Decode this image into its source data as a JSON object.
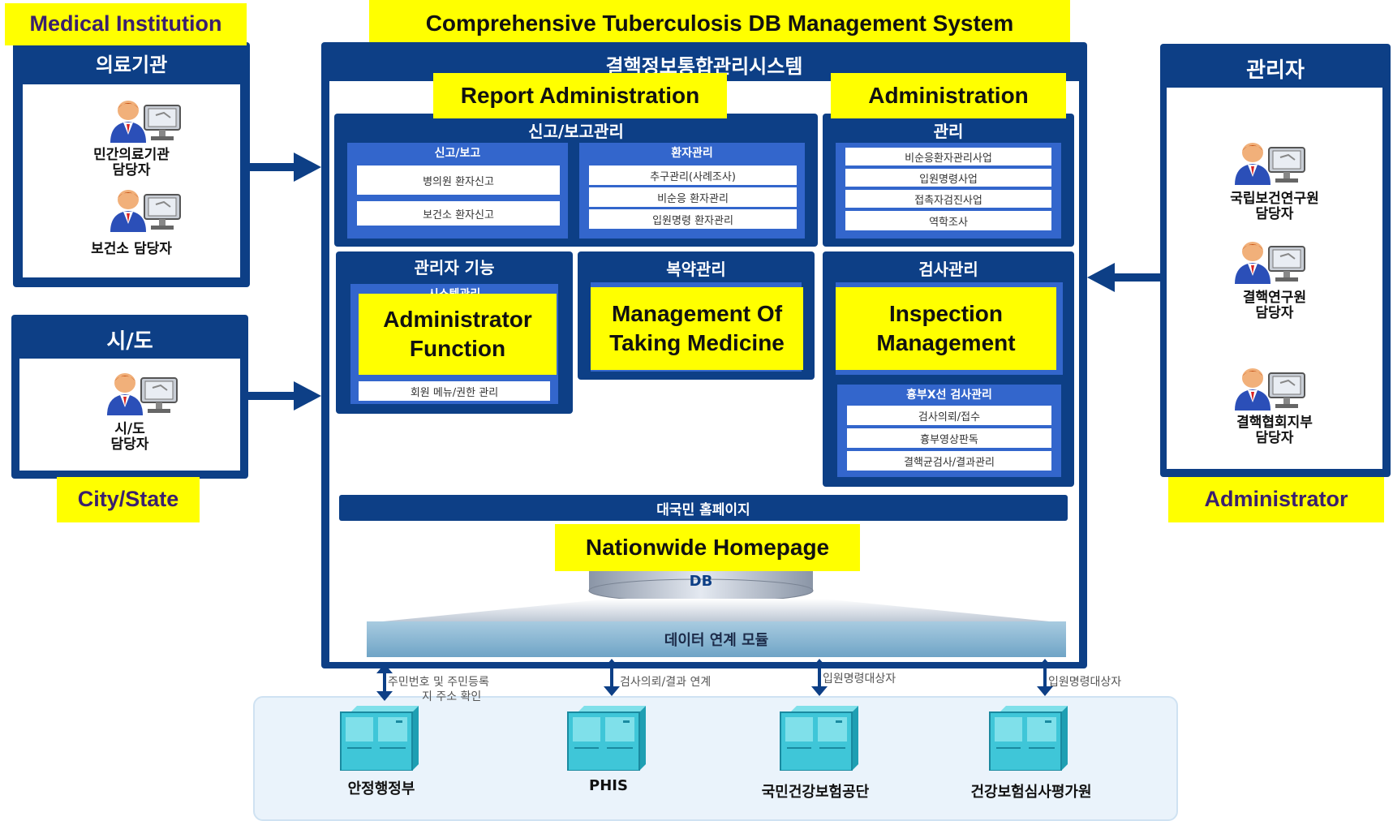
{
  "title": "Comprehensive Tuberculosis DB Management System",
  "system_title_ko": "결핵정보통합관리시스템",
  "left": {
    "medical": {
      "en": "Medical Institution",
      "ko": "의료기관",
      "persons": [
        {
          "line1": "민간의료기관",
          "line2": "담당자"
        },
        {
          "line1": "보건소 담당자",
          "line2": ""
        }
      ]
    },
    "city": {
      "en": "City/State",
      "ko": "시/도",
      "person": {
        "line1": "시/도",
        "line2": "담당자"
      }
    }
  },
  "right": {
    "en": "Administrator",
    "ko": "관리자",
    "persons": [
      {
        "line1": "국립보건연구원",
        "line2": "담당자"
      },
      {
        "line1": "결핵연구원",
        "line2": "담당자"
      },
      {
        "line1": "결핵협회지부",
        "line2": "담당자"
      }
    ]
  },
  "report": {
    "en": "Report  Administration",
    "ko": "신고/보고관리",
    "report_sub": {
      "title": "신고/보고",
      "items": [
        "병의원 환자신고",
        "보건소 환자신고"
      ]
    },
    "patient_sub": {
      "title": "환자관리",
      "items": [
        "추구관리(사례조사)",
        "비순응 환자관리",
        "입원명령 환자관리"
      ]
    }
  },
  "admin": {
    "en": "Administration",
    "ko": "관리",
    "items": [
      "비순응환자관리사업",
      "입원명령사업",
      "접촉자검진사업",
      "역학조사"
    ]
  },
  "admin_function": {
    "ko": "관리자 기능",
    "sub_title": "시스템관리",
    "en": "Administrator Function",
    "items": [
      "회원 메뉴/권한 관리"
    ]
  },
  "medicine": {
    "ko": "복약관리",
    "en": "Management Of Taking Medicine"
  },
  "inspection": {
    "ko": "검사관리",
    "en": "Inspection Management",
    "xray": {
      "title": "흉부X선 검사관리",
      "items": [
        "검사의뢰/접수",
        "흉부영상판독",
        "결핵균검사/결과관리"
      ]
    }
  },
  "homepage": {
    "ko": "대국민 홈페이지",
    "en": "Nationwide Homepage"
  },
  "db": {
    "label": "DB",
    "module": "데이터  연계 모듈"
  },
  "links": [
    {
      "line1": "주민번호 및 주민등록",
      "line2": "지 주소 확인"
    },
    {
      "line1": "검사의뢰/결과 연계",
      "line2": ""
    },
    {
      "line1": "입원명령대상자",
      "line2": ""
    },
    {
      "line1": "입원명령대상자",
      "line2": ""
    }
  ],
  "servers": [
    "안정행정부",
    "PHIS",
    "국민건강보험공단",
    "건강보험심사평가원"
  ],
  "colors": {
    "navy": "#0d3f86",
    "blue": "#3366cc",
    "yellow": "#ffff00",
    "server": "#3fc6d8"
  }
}
